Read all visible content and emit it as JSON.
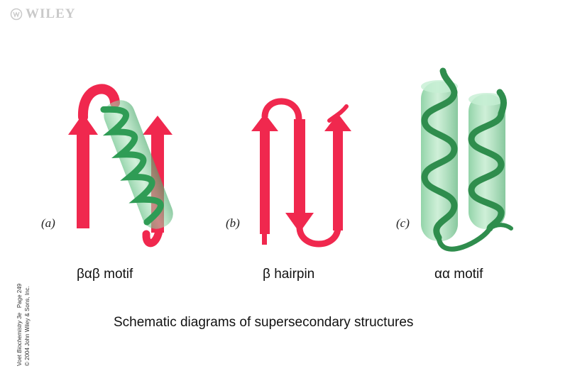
{
  "header": {
    "publisher": "WILEY"
  },
  "credit": {
    "author": "Voet ",
    "book": "Biochemistry 3e",
    "page": "Page 249",
    "copyright": "© 2004 John Wiley & Sons, Inc."
  },
  "panels": [
    {
      "label": "(a)",
      "caption": "βαβ motif"
    },
    {
      "label": "(b)",
      "caption": "β hairpin"
    },
    {
      "label": "(c)",
      "caption": "αα motif"
    }
  ],
  "footer": {
    "title": "Schematic diagrams of supersecondary structures"
  },
  "colors": {
    "strand": "#f0284e",
    "helix": "#2f9c55",
    "cylinder": "#8fd8a6"
  }
}
